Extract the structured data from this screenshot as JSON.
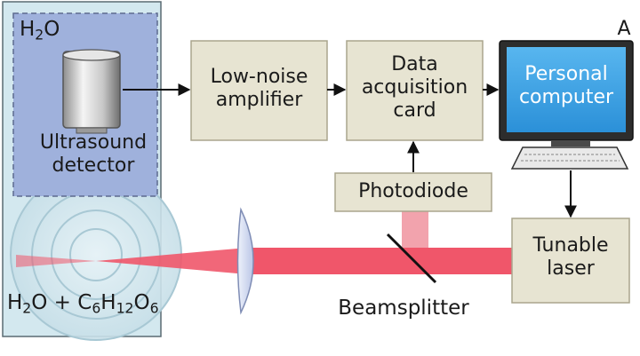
{
  "panel_label": "A",
  "tank": {
    "top_label": {
      "base": "H",
      "sub": "2",
      "rest": "O"
    },
    "detector_label": [
      "Ultrasound",
      "detector"
    ],
    "bottom_label": [
      {
        "t": "H"
      },
      {
        "s": "2"
      },
      {
        "t": "O + C"
      },
      {
        "s": "6"
      },
      {
        "t": "H"
      },
      {
        "s": "12"
      },
      {
        "t": "O"
      },
      {
        "s": "6"
      }
    ]
  },
  "blocks": {
    "amplifier": [
      "Low-noise",
      "amplifier"
    ],
    "daq": [
      "Data",
      "acquisition",
      "card"
    ],
    "computer": [
      "Personal",
      "computer"
    ],
    "photodiode": "Photodiode",
    "laser": [
      "Tunable",
      "laser"
    ]
  },
  "beamsplitter_label": "Beamsplitter",
  "colors": {
    "water": "#d3e8ef",
    "detector_box": "#9fb1dc",
    "block_fill": "#e7e4d2",
    "block_border": "#aaa58d",
    "beam": "#f0566a",
    "beam_light": "#f2a3ad",
    "screen": "#3da4e6"
  },
  "icons": [
    "ultrasound-transducer-icon",
    "lens-icon",
    "computer-monitor-icon",
    "keyboard-icon"
  ]
}
